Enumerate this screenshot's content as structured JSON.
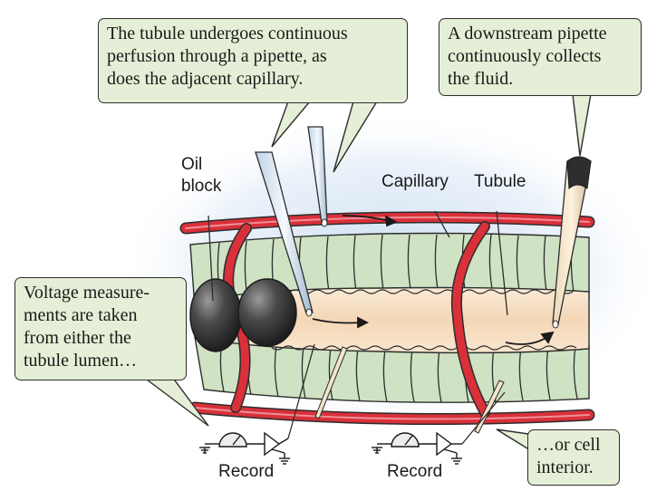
{
  "callouts": {
    "perfusion": [
      "The tubule undergoes continuous",
      "perfusion through a pipette, as",
      "does the adjacent capillary."
    ],
    "collect": [
      "A downstream pipette",
      "continuously collects",
      "the fluid."
    ],
    "voltage": [
      "Voltage measure-",
      "ments are taken",
      "from either the",
      "tubule lumen…"
    ],
    "cell": [
      "…or cell",
      "interior."
    ]
  },
  "labels": {
    "oil_block": [
      "Oil",
      "block"
    ],
    "capillary": "Capillary",
    "tubule": "Tubule",
    "record_left": "Record",
    "record_right": "Record"
  },
  "colors": {
    "callout_fill": "#e5efd7",
    "capillary_red": "#d9303a",
    "tubule_tan": "#f6e0c4",
    "cell_green": "#cfe2c3",
    "oil_black": "#3c3c3c",
    "glow_blue": "#c9dcf0"
  }
}
